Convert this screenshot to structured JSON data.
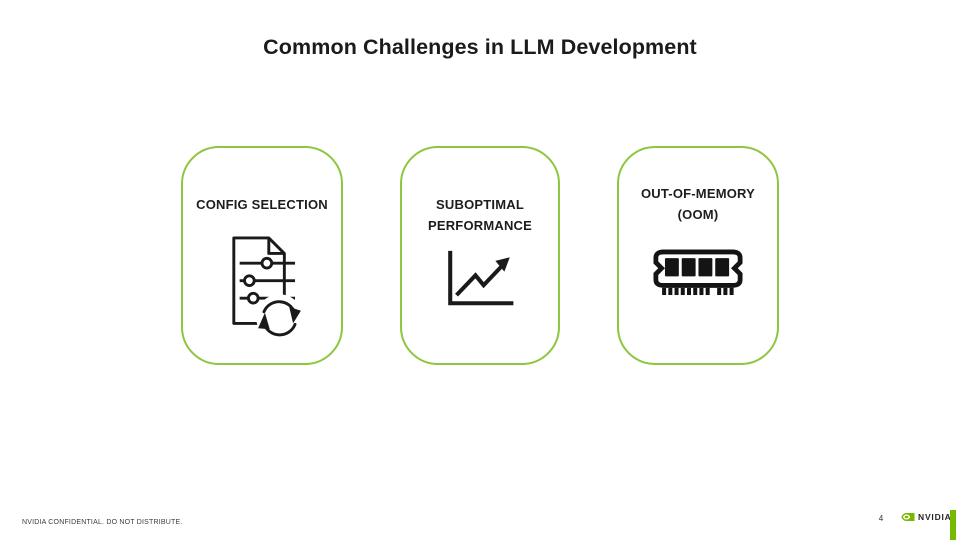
{
  "slide": {
    "title": "Common Challenges in LLM Development",
    "footer": {
      "confidential_note": "NVIDIA CONFIDENTIAL. DO NOT DISTRIBUTE.",
      "page_number": "4",
      "brand_wordmark": "NVIDIA"
    }
  },
  "cards": [
    {
      "label_lines": [
        "CONFIG SELECTION"
      ],
      "icon": "document-config-sync-icon"
    },
    {
      "label_lines": [
        "SUBOPTIMAL",
        "PERFORMANCE"
      ],
      "icon": "growth-chart-icon"
    },
    {
      "label_lines": [
        "OUT-OF-MEMORY",
        "(OOM)"
      ],
      "icon": "ram-module-icon"
    }
  ],
  "colors": {
    "card_border_green": "#8DC63F",
    "nvidia_green": "#76B900",
    "text_dark": "#1B1B1B",
    "background": "#FFFFFF"
  }
}
